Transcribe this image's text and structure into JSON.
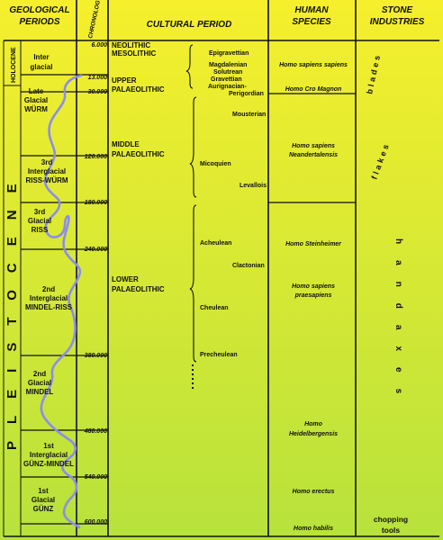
{
  "headers": {
    "geological_line1": "GEOLOGICAL",
    "geological_line2": "PERIODS",
    "chronology": "CHRONOLOGY",
    "cultural": "CULTURAL PERIOD",
    "human_line1": "HUMAN",
    "human_line2": "SPECIES",
    "stone_line1": "STONE",
    "stone_line2": "INDUSTRIES"
  },
  "epochs": {
    "holocene": "HOLOCENE",
    "pleistocene": "PLEISTOCENE"
  },
  "geo_periods": [
    {
      "lines": [
        "Inter",
        "glacial"
      ]
    },
    {
      "lines": [
        "Late",
        "Glacial",
        "WÜRM"
      ]
    },
    {
      "lines": [
        "3rd",
        "Interglacial",
        "RISS-WÜRM"
      ]
    },
    {
      "lines": [
        "3rd",
        "Glacial",
        "RISS"
      ]
    },
    {
      "lines": [
        "2nd",
        "Interglacial",
        "MINDEL-RISS"
      ]
    },
    {
      "lines": [
        "2nd",
        "Glacial",
        "MINDEL"
      ]
    },
    {
      "lines": [
        "1st",
        "Interglacial",
        "GÜNZ-MINDEL"
      ]
    },
    {
      "lines": [
        "1st",
        "Glacial",
        "GÜNZ"
      ]
    }
  ],
  "chronology": [
    "6.000",
    "13.000",
    "30.000",
    "120.000",
    "180.000",
    "240.000",
    "380.000",
    "480.000",
    "540.000",
    "600.000"
  ],
  "cultural_periods": [
    {
      "lines": [
        "NEOLITHIC",
        "MESOLITHIC"
      ]
    },
    {
      "lines": [
        "UPPER",
        "PALAEOLITHIC"
      ]
    },
    {
      "lines": [
        "MIDDLE",
        "PALAEOLITHIC"
      ]
    },
    {
      "lines": [
        "LOWER",
        "PALAEOLITHIC"
      ]
    }
  ],
  "industries": [
    "Epigravettian",
    "Magdalenian",
    "Solutrean",
    "Gravettian",
    "Aurignacian-",
    "Perigordian",
    "Mousterian",
    "Micoquien",
    "Levallois",
    "Acheulean",
    "Clactonian",
    "Cheulean",
    "Precheulean"
  ],
  "species": [
    "Homo sapiens sapiens",
    "Homo Cro Magnon",
    "Homo sapiens",
    "Neandertalensis",
    "Homo Steinheimer",
    "Homo sapiens",
    "praesapiens",
    "Homo",
    "Heidelbergensis",
    "Homo erectus",
    "Homo habilis"
  ],
  "stone_industries": [
    "blades",
    "flakes",
    "handaxes",
    "chopping",
    "tools"
  ],
  "colors": {
    "curve": "#8c8cf0",
    "ink": "#111111",
    "bg_top": "#f6ef2c",
    "bg_bottom": "#b7e23c"
  }
}
